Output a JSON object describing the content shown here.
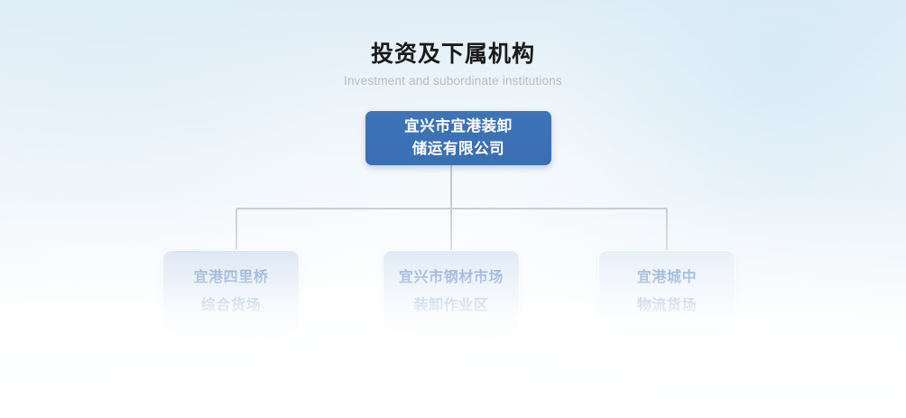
{
  "heading": {
    "title": "投资及下属机构",
    "subtitle": "Investment and subordinate institutions"
  },
  "chart_data": {
    "type": "diagram",
    "diagram_type": "org-chart",
    "title": "投资及下属机构",
    "subtitle": "Investment and subordinate institutions",
    "root": {
      "id": "root",
      "lines": [
        "宜兴市宜港装卸",
        "储运有限公司"
      ],
      "full_text": "宜兴市宜港装卸储运有限公司"
    },
    "children": [
      {
        "id": "child-0",
        "lines": [
          "宜港四里桥",
          "综合货场"
        ],
        "full_text": "宜港四里桥综合货场"
      },
      {
        "id": "child-1",
        "lines": [
          "宜兴市钢材市场",
          "装卸作业区"
        ],
        "full_text": "宜兴市钢材市场装卸作业区"
      },
      {
        "id": "child-2",
        "lines": [
          "宜港城中",
          "物流货场"
        ],
        "full_text": "宜港城中物流货场"
      }
    ],
    "edges": [
      {
        "from": "root",
        "to": "child-0"
      },
      {
        "from": "root",
        "to": "child-1"
      },
      {
        "from": "root",
        "to": "child-2"
      }
    ],
    "colors": {
      "root_fill": "#3a70b5",
      "root_text": "#ffffff",
      "child_fill": "#c9d9ed",
      "child_text": "#1f56a5",
      "connector": "#c6c6c6",
      "title_text": "#1a1a1a",
      "subtitle_text": "#b9bcc0",
      "background_top": "#e5f0f8",
      "background_bottom": "#ffffff"
    }
  }
}
